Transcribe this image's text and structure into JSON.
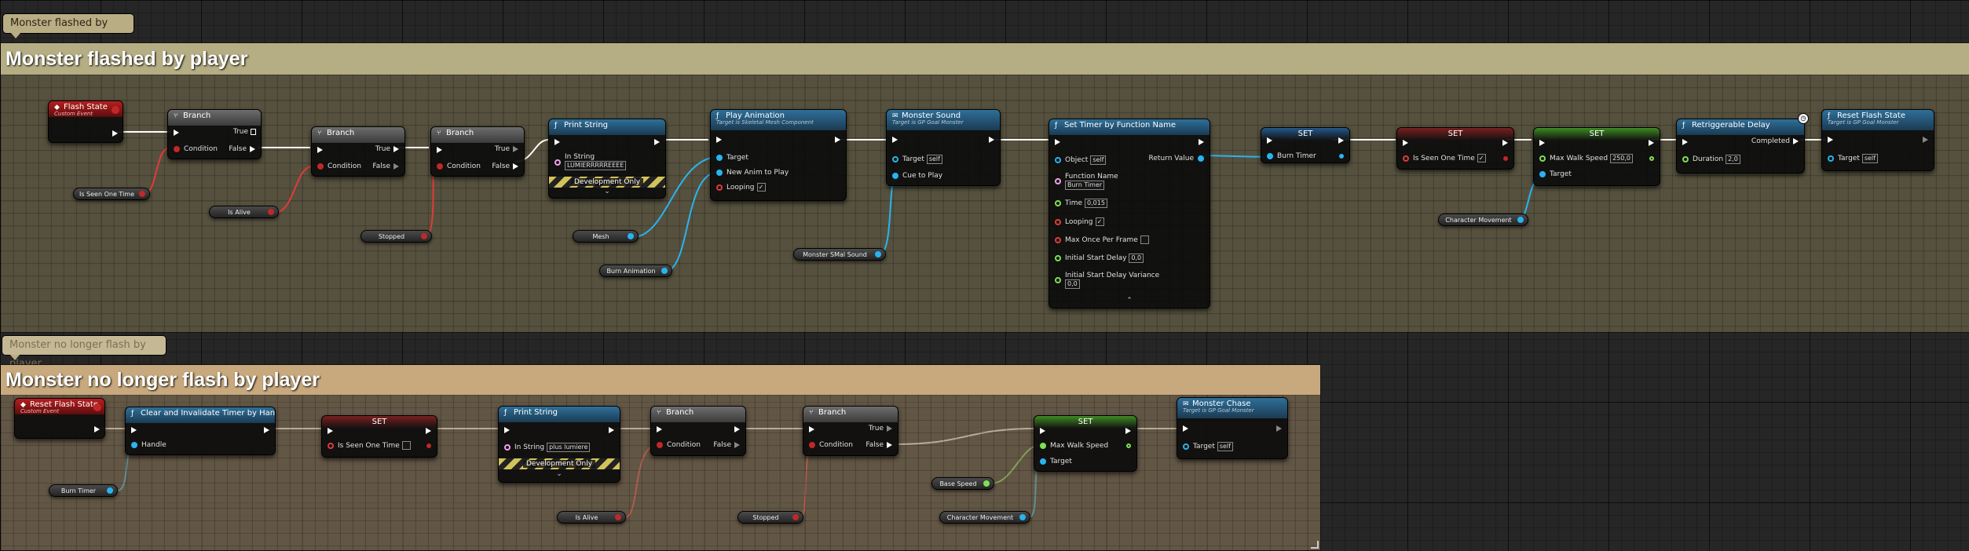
{
  "section1": {
    "bubble": "Monster flashed by player",
    "title": "Monster flashed by player",
    "nodes": {
      "flash_state": {
        "title": "Flash State",
        "sub": "Custom Event"
      },
      "branch1": {
        "title": "Branch",
        "cond": "Condition",
        "t": "True",
        "f": "False"
      },
      "branch2": {
        "title": "Branch",
        "cond": "Condition",
        "t": "True",
        "f": "False"
      },
      "branch3": {
        "title": "Branch",
        "cond": "Condition",
        "t": "True",
        "f": "False"
      },
      "print": {
        "title": "Print String",
        "in_label": "In String",
        "in_value": "LUMIERRRRREEEE",
        "dev": "Development Only"
      },
      "play_anim": {
        "title": "Play Animation",
        "sub": "Target is Skeletal Mesh Component",
        "target": "Target",
        "new_anim": "New Anim to Play",
        "looping": "Looping"
      },
      "monster_sound": {
        "title": "Monster Sound",
        "sub": "Target is GP Goal Monster",
        "target": "Target",
        "target_val": "self",
        "cue": "Cue to Play"
      },
      "set_timer": {
        "title": "Set Timer by Function Name",
        "object": "Object",
        "object_val": "self",
        "fname": "Function Name",
        "fname_val": "Burn Timer",
        "time": "Time",
        "time_val": "0,015",
        "looping": "Looping",
        "max_once": "Max Once Per Frame",
        "isd": "Initial Start Delay",
        "isd_val": "0,0",
        "isdv": "Initial Start Delay Variance",
        "isdv_val": "0,0",
        "ret": "Return Value"
      },
      "set_burn": {
        "title": "SET",
        "pin": "Burn Timer"
      },
      "set_seen": {
        "title": "SET",
        "pin": "Is Seen One Time"
      },
      "set_speed": {
        "title": "SET",
        "pin": "Max Walk Speed",
        "pin_val": "250,0",
        "target": "Target"
      },
      "delay": {
        "title": "Retriggerable Delay",
        "completed": "Completed",
        "duration": "Duration",
        "duration_val": "2,0"
      },
      "reset": {
        "title": "Reset Flash State",
        "sub": "Target is GP Goal Monster",
        "target": "Target",
        "target_val": "self"
      }
    },
    "vars": {
      "seen": "Is Seen One Time",
      "alive": "Is Alive",
      "stopped": "Stopped",
      "mesh": "Mesh",
      "burn_anim": "Burn Animation",
      "sound": "Monster SMal Sound",
      "char_move": "Character Movement"
    }
  },
  "section2": {
    "bubble": "Monster no longer flash by player",
    "title": "Monster no longer flash by player",
    "nodes": {
      "reset_event": {
        "title": "Reset Flash State",
        "sub": "Custom Event"
      },
      "clear": {
        "title": "Clear and Invalidate Timer by Handle",
        "handle": "Handle"
      },
      "set_seen": {
        "title": "SET",
        "pin": "Is Seen One Time"
      },
      "print": {
        "title": "Print String",
        "in_label": "In String",
        "in_value": "plus lumiere",
        "dev": "Development Only"
      },
      "branch1": {
        "title": "Branch",
        "cond": "Condition",
        "f": "False"
      },
      "branch2": {
        "title": "Branch",
        "cond": "Condition",
        "t": "True",
        "f": "False"
      },
      "set_speed": {
        "title": "SET",
        "pin": "Max Walk Speed",
        "target": "Target"
      },
      "chase": {
        "title": "Monster Chase",
        "sub": "Target is GP Goal Monster",
        "target": "Target",
        "target_val": "self"
      }
    },
    "vars": {
      "burn_timer": "Burn Timer",
      "alive": "Is Alive",
      "stopped": "Stopped",
      "base_speed": "Base Speed",
      "char_move": "Character Movement"
    }
  },
  "icons": {
    "event": "diamond-event-icon",
    "branch": "branch-icon",
    "function": "function-icon",
    "message": "message-icon",
    "clock": "clock-icon"
  },
  "colors": {
    "exec": "#ffffff",
    "bool": "#e23a3a",
    "object": "#28b4f0",
    "float": "#7ee054",
    "string": "#f0a0f0",
    "comment": "#7e7452"
  }
}
